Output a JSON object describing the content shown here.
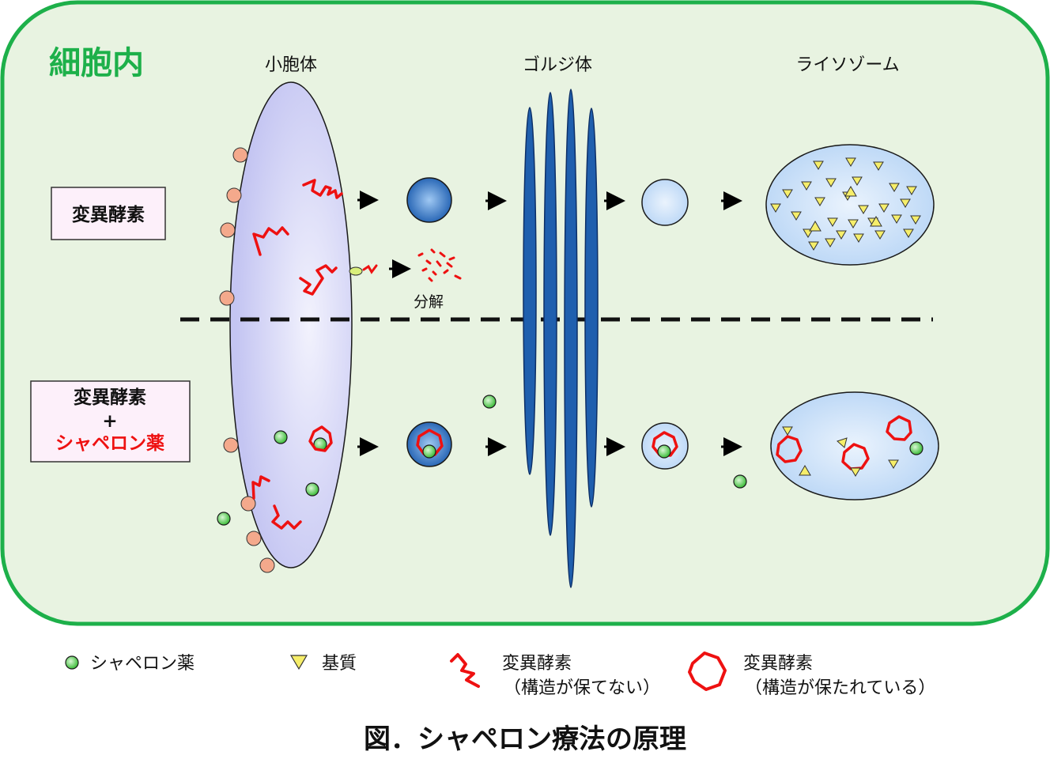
{
  "cell": {
    "label": "細胞内"
  },
  "organelles": {
    "er": "小胞体",
    "golgi": "ゴルジ体",
    "lysosome": "ライソゾーム"
  },
  "rows": {
    "top_label": "変異酵素",
    "bottom_label_line1": "変異酵素",
    "bottom_label_plus": "+",
    "bottom_label_line2": "シャペロン薬"
  },
  "degradation_label": "分解",
  "legend": {
    "chaperone": "シャペロン薬",
    "substrate": "基質",
    "misfolded_line1": "変異酵素",
    "misfolded_line2": "（構造が保てない）",
    "folded_line1": "変異酵素",
    "folded_line2": "（構造が保たれている）"
  },
  "caption": "図．シャペロン療法の原理",
  "colors": {
    "cell_fill": "#e8f3e1",
    "cell_border": "#1db04a",
    "cell_label": "#1db04a",
    "er_fill": "#c7c8f4",
    "vesicle_dark": "#2a6cbf",
    "vesicle_light": "#cfe3fa",
    "golgi": "#1f5fae",
    "enzyme_red": "#ee1111",
    "chaperone_green": "#6fd86a",
    "substrate_yellow": "#f6ee6a",
    "receptor_orange": "#f4a98c",
    "highlight_red": "#ee1111"
  }
}
